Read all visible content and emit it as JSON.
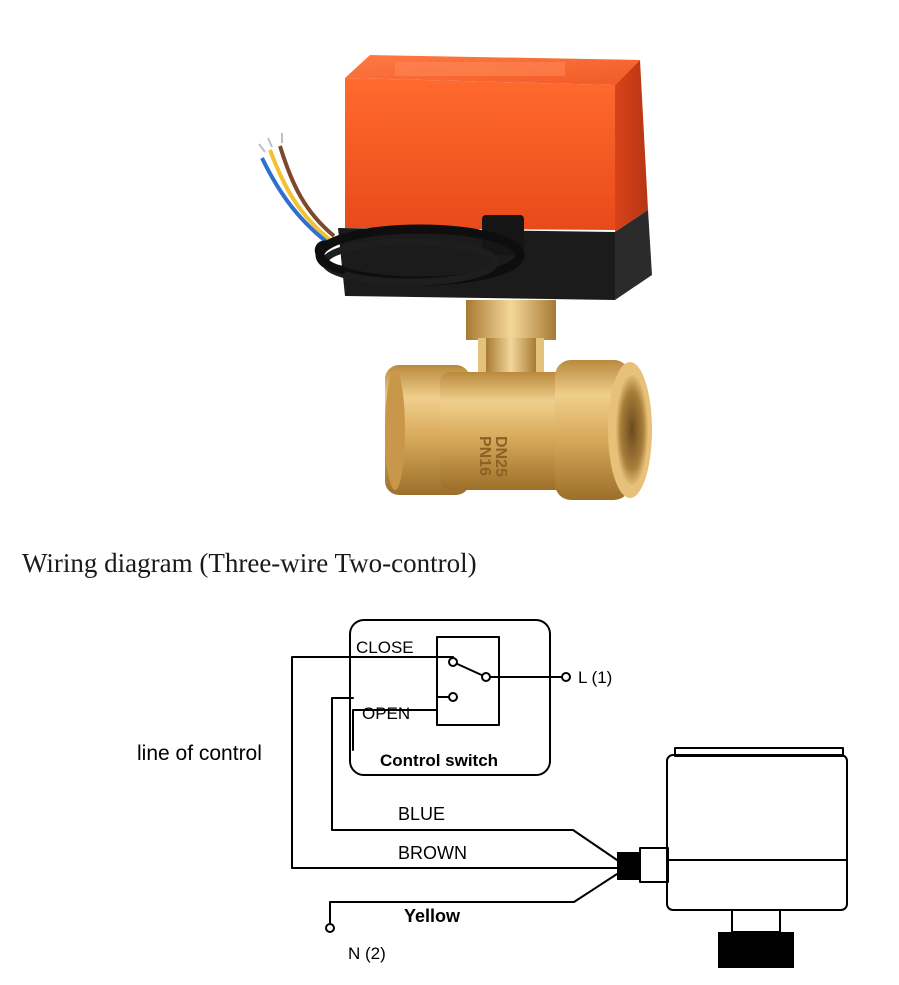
{
  "caption": "Wiring diagram (Three-wire Two-control)",
  "valve_marking": {
    "line1": "DN25",
    "line2": "PN16"
  },
  "diagram": {
    "close_label": "CLOSE",
    "open_label": "OPEN",
    "switch_label": "Control switch",
    "live_label": "L (1)",
    "neutral_label": "N (2)",
    "line_label": "line of control",
    "wire_blue": "BLUE",
    "wire_brown": "BROWN",
    "wire_yellow": "Yellow"
  },
  "colors": {
    "actuator_orange": "#f0572b",
    "actuator_black": "#1b1b1b",
    "brass": "#d6a85a",
    "wire_blue": "#2f6fd0",
    "wire_brown": "#7a4a2a",
    "wire_yellow": "#f1c232"
  }
}
